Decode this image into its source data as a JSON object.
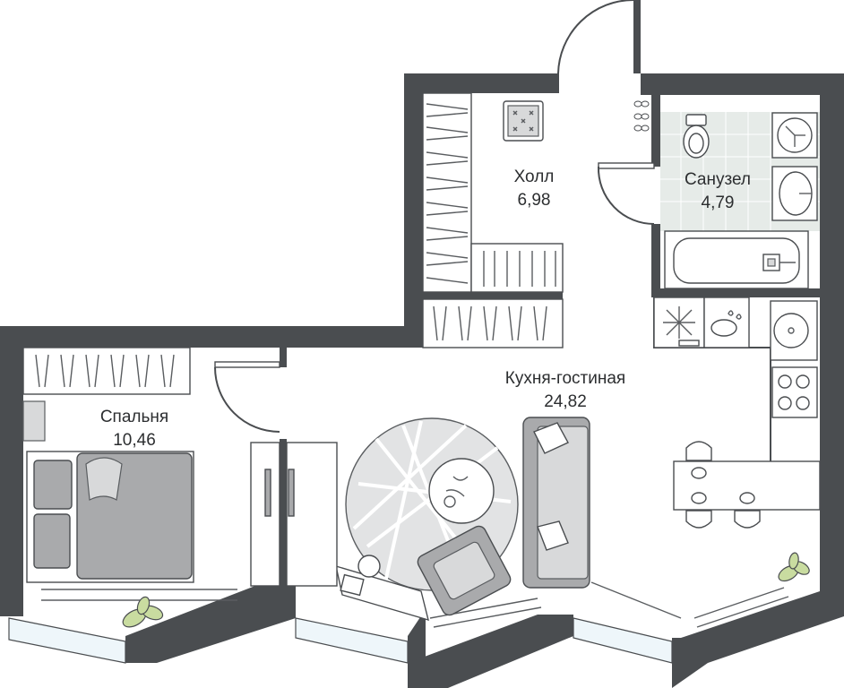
{
  "rooms": {
    "hall": {
      "name": "Холл",
      "area": "6,98"
    },
    "bathroom": {
      "name": "Санузел",
      "area": "4,79"
    },
    "kitchen_living": {
      "name": "Кухня-гостиная",
      "area": "24,82"
    },
    "bedroom": {
      "name": "Спальня",
      "area": "10,46"
    }
  },
  "colors": {
    "wall": "#4a4d50",
    "furniture": "#a9aaac",
    "tile": "#e6ebe8",
    "plant": "#c9dca0"
  }
}
